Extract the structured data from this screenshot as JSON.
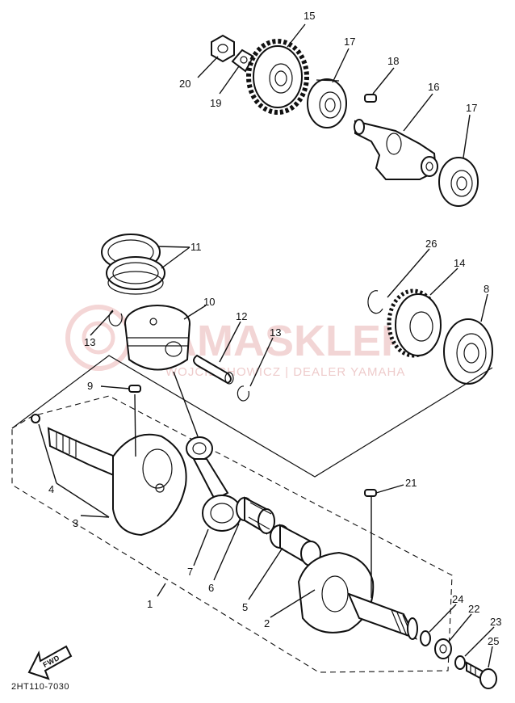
{
  "watermark": {
    "main": "AMASKLEP",
    "sub": "WOJCIECHOWICZ | DEALER YAMAHA",
    "color": "#e9b3b3"
  },
  "diagram_code": "2HT110-7030",
  "fwd_label": "FWD",
  "callouts": [
    "1",
    "2",
    "3",
    "4",
    "5",
    "6",
    "7",
    "8",
    "9",
    "10",
    "11",
    "12",
    "13",
    "13",
    "14",
    "15",
    "16",
    "17",
    "17",
    "18",
    "19",
    "20",
    "21",
    "22",
    "23",
    "24",
    "25",
    "26"
  ]
}
